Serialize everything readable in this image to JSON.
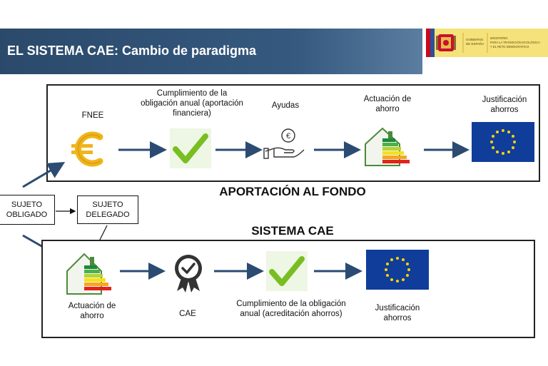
{
  "header": {
    "title": "EL SISTEMA CAE: Cambio de paradigma"
  },
  "logo": {
    "line1": "GOBIERNO",
    "line2": "DE ESPAÑA",
    "ministry1": "MINISTERIO",
    "ministry2": "PARA LA TRANSICIÓN ECOLÓGICA",
    "ministry3": "Y EL RETO DEMOGRÁFICO"
  },
  "top_flow": {
    "heading": "APORTACIÓN AL FONDO",
    "steps": [
      {
        "label": "FNEE",
        "icon": "euro-icon"
      },
      {
        "label": "Cumplimiento de la obligación anual (aportación financiera)",
        "icon": "checkmark-icon"
      },
      {
        "label": "Ayudas",
        "icon": "hand-coin-icon"
      },
      {
        "label": "Actuación de ahorro",
        "icon": "energy-label-house-icon"
      },
      {
        "label": "Justificación ahorros",
        "icon": "eu-flag-icon"
      }
    ]
  },
  "bottom_flow": {
    "heading": "SISTEMA CAE",
    "steps": [
      {
        "label": "Actuación de ahorro",
        "icon": "energy-label-house-icon"
      },
      {
        "label": "CAE",
        "icon": "certificate-badge-icon"
      },
      {
        "label": "Cumplimiento de la obligación anual (acreditación ahorros)",
        "icon": "checkmark-icon"
      },
      {
        "label": "Justificación ahorros",
        "icon": "eu-flag-icon"
      }
    ]
  },
  "entities": {
    "sujeto_obligado": "SUJETO OBLIGADO",
    "sujeto_delegado": "SUJETO DELEGADO"
  },
  "colors": {
    "header": "#2f5177",
    "arrow": "#2b4b72",
    "check": "#78be20",
    "euro": "#f0b51b",
    "eu_blue": "#103d9a",
    "eu_star": "#ffd400"
  }
}
